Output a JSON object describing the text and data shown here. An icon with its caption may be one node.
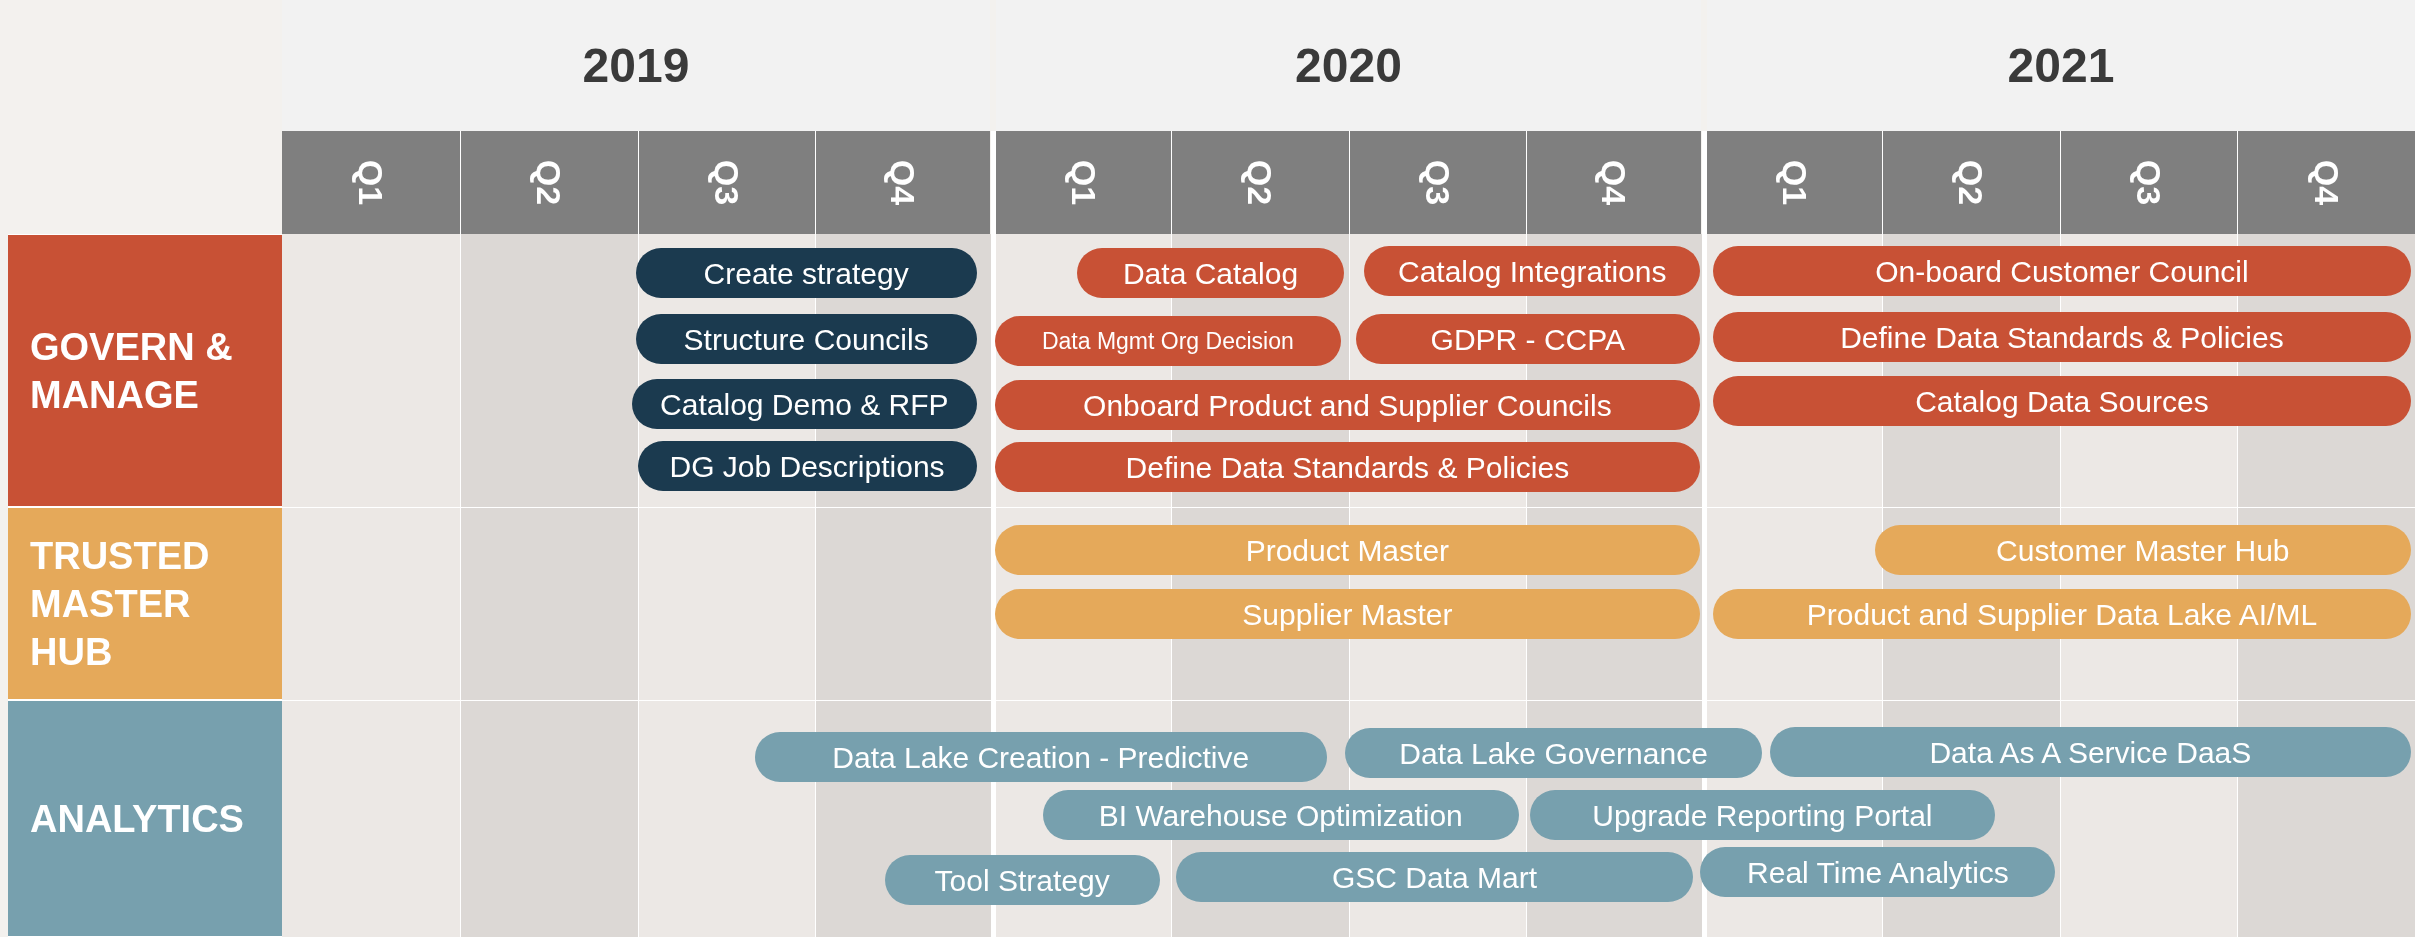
{
  "diagram": {
    "nodes": [
      {
        "text": [
          "GOVERN & MANAGE"
        ]
      },
      {
        "text": [
          "TRUSTED MASTER HUB"
        ]
      },
      {
        "text": [
          "ANALYTICS"
        ]
      },
      {
        "text": [
          "Create strategy"
        ]
      },
      {
        "text": [
          "Data Catalog"
        ]
      },
      {
        "text": [
          "Catalog Integrations"
        ]
      },
      {
        "text": [
          "On-board Customer Council"
        ]
      },
      {
        "text": [
          "Structure Councils"
        ]
      },
      {
        "text": [
          "Data Mgmt Org Decision"
        ]
      },
      {
        "text": [
          "GDPR - CCPA"
        ]
      },
      {
        "text": [
          "Define Data Standards & Policies"
        ]
      },
      {
        "text": [
          "Catalog Demo & RFP"
        ]
      },
      {
        "text": [
          "Onboard Product and Supplier Councils"
        ]
      },
      {
        "text": [
          "Catalog Data Sources"
        ]
      },
      {
        "text": [
          "DG Job Descriptions"
        ]
      },
      {
        "text": [
          "Define Data Standards & Policies"
        ]
      },
      {
        "text": [
          "Product Master"
        ]
      },
      {
        "text": [
          "Customer Master Hub"
        ]
      },
      {
        "text": [
          "Supplier Master"
        ]
      },
      {
        "text": [
          "Product and Supplier Data Lake AI/ML"
        ]
      },
      {
        "text": [
          "Data Lake Creation - Predictive"
        ]
      },
      {
        "text": [
          "Data Lake Governance"
        ]
      },
      {
        "text": [
          "Data As A Service DaaS"
        ]
      },
      {
        "text": [
          "BI Warehouse Optimization"
        ]
      },
      {
        "text": [
          "Upgrade Reporting Portal"
        ]
      },
      {
        "text": [
          "Tool Strategy"
        ]
      },
      {
        "text": [
          "GSC Data Mart"
        ]
      },
      {
        "text": [
          "Real Time Analytics"
        ]
      }
    ],
    "labels": [
      "2019",
      "2020",
      "2021",
      "Q1",
      "Q2",
      "Q3",
      "Q4",
      "Q1",
      "Q2",
      "Q3",
      "Q4",
      "Q1",
      "Q2",
      "Q3",
      "Q4"
    ]
  }
}
